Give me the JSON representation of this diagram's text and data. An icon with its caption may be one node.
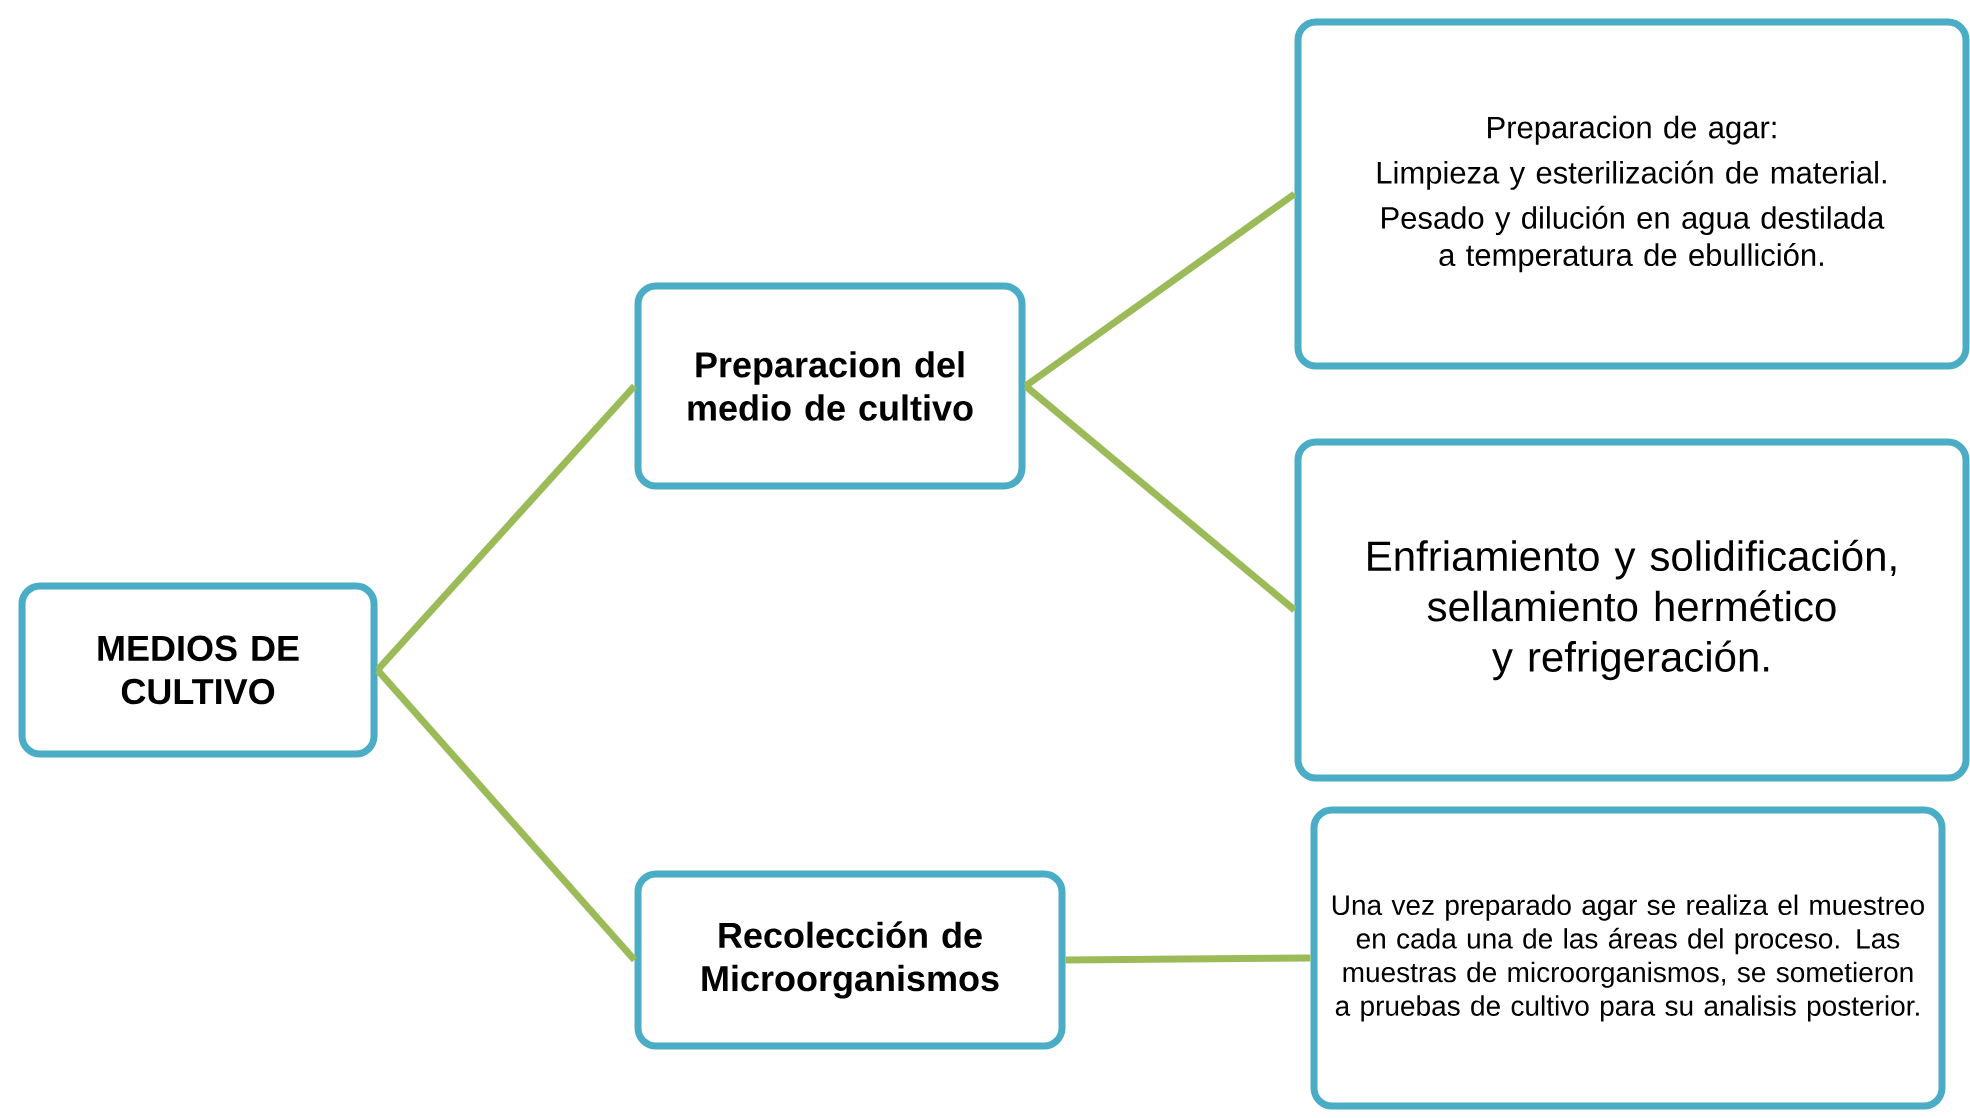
{
  "diagram": {
    "nodes": [
      {
        "text": [
          "MEDIOS DE CULTIVO"
        ]
      },
      {
        "text": [
          "Preparacion del medio de cultivo"
        ]
      },
      {
        "text": [
          "Recolección de Microorganismos"
        ]
      },
      {
        "text": [
          "Preparacion de agar:",
          "Limpieza y esterilización de material.",
          "Pesado y dilución en agua destilada a temperatura de ebullición."
        ]
      },
      {
        "text": [
          "Enfriamiento y solidificación, sellamiento hermético y refrigeración."
        ]
      },
      {
        "text": [
          "Una vez preparado agar se realiza el muestreo en cada una de las áreas del proceso. Las muestras de microorganismos, se sometieron a pruebas de cultivo para su analisis posterior."
        ]
      }
    ],
    "edges": [
      {
        "from": 0,
        "to": 1,
        "arrow": "none"
      },
      {
        "from": 0,
        "to": 2,
        "arrow": "none"
      },
      {
        "from": 1,
        "to": 3,
        "arrow": "none"
      },
      {
        "from": 1,
        "to": 4,
        "arrow": "none"
      },
      {
        "from": 2,
        "to": 5,
        "arrow": "none"
      }
    ]
  }
}
